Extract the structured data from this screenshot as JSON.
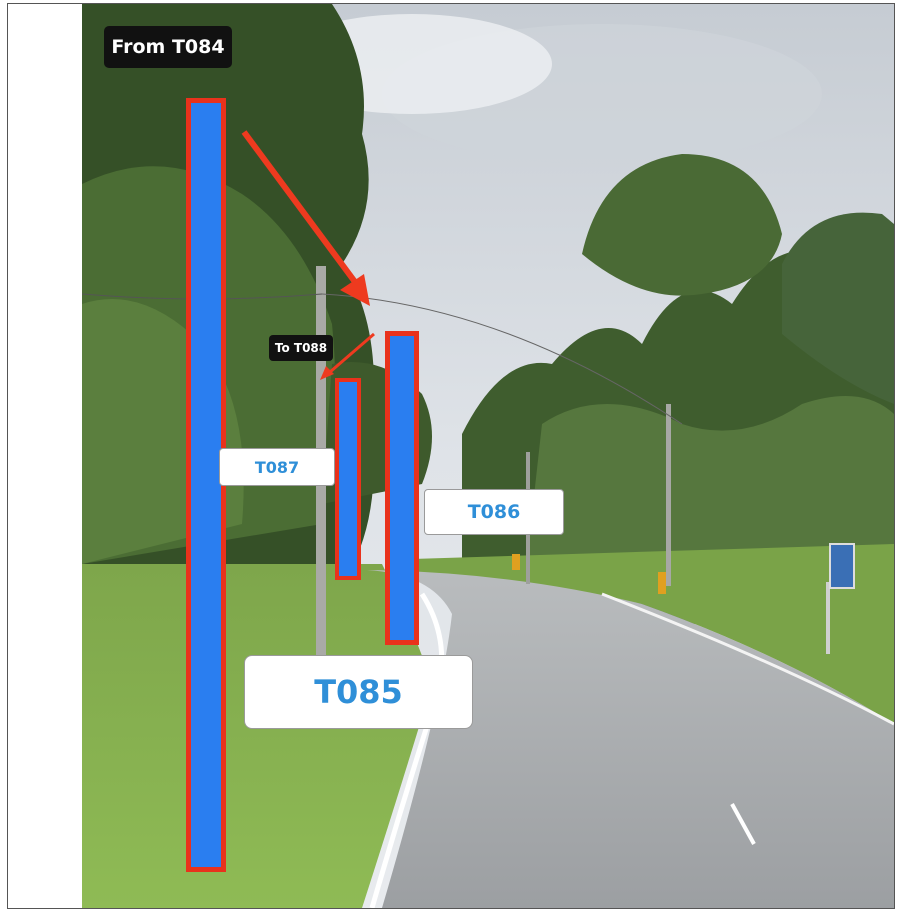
{
  "annotations": {
    "from_label": "From T084",
    "to_label": "To T088",
    "poles": [
      "T085",
      "T086",
      "T087"
    ]
  },
  "colors": {
    "pole_fill": "#2a7ef0",
    "pole_outline": "#e9321c",
    "arrow": "#ee3a1f",
    "label_text": "#2f8fd8"
  },
  "icons": [
    "arrow-right-down",
    "arrow-left-down"
  ]
}
